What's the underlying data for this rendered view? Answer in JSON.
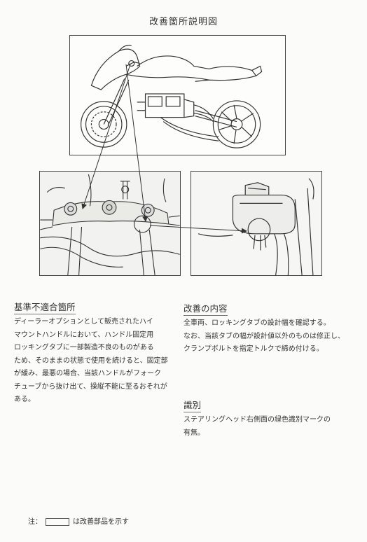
{
  "title": "改善箇所説明図",
  "sections": {
    "nonconformity": {
      "heading": "基準不適合箇所",
      "lines": [
        "ディーラーオプションとして販売されたハイ",
        "マウントハンドルにおいて、ハンドル固定用",
        "ロッキングタブに一部製造不良のものがある",
        "ため、そのままの状態で使用を続けると、固定部",
        "が緩み、最悪の場合、当該ハンドルがフォーク",
        "チューブから抜け出て、操縦不能に至るおそれが",
        "ある。"
      ]
    },
    "improvement": {
      "heading": "改善の内容",
      "lines": [
        "全車両、ロッキングタブの設計幅を確認する。",
        "なお、当該タブの幅が設計値以外のものは修正し、",
        "クランプボルトを指定トルクで締め付ける。"
      ]
    },
    "identification": {
      "heading": "識別",
      "lines": [
        "ステアリングヘッド右側面の緑色識別マークの",
        "有無。"
      ]
    }
  },
  "footer": {
    "prefix": "注：",
    "suffix": "は改善部品を示す"
  }
}
